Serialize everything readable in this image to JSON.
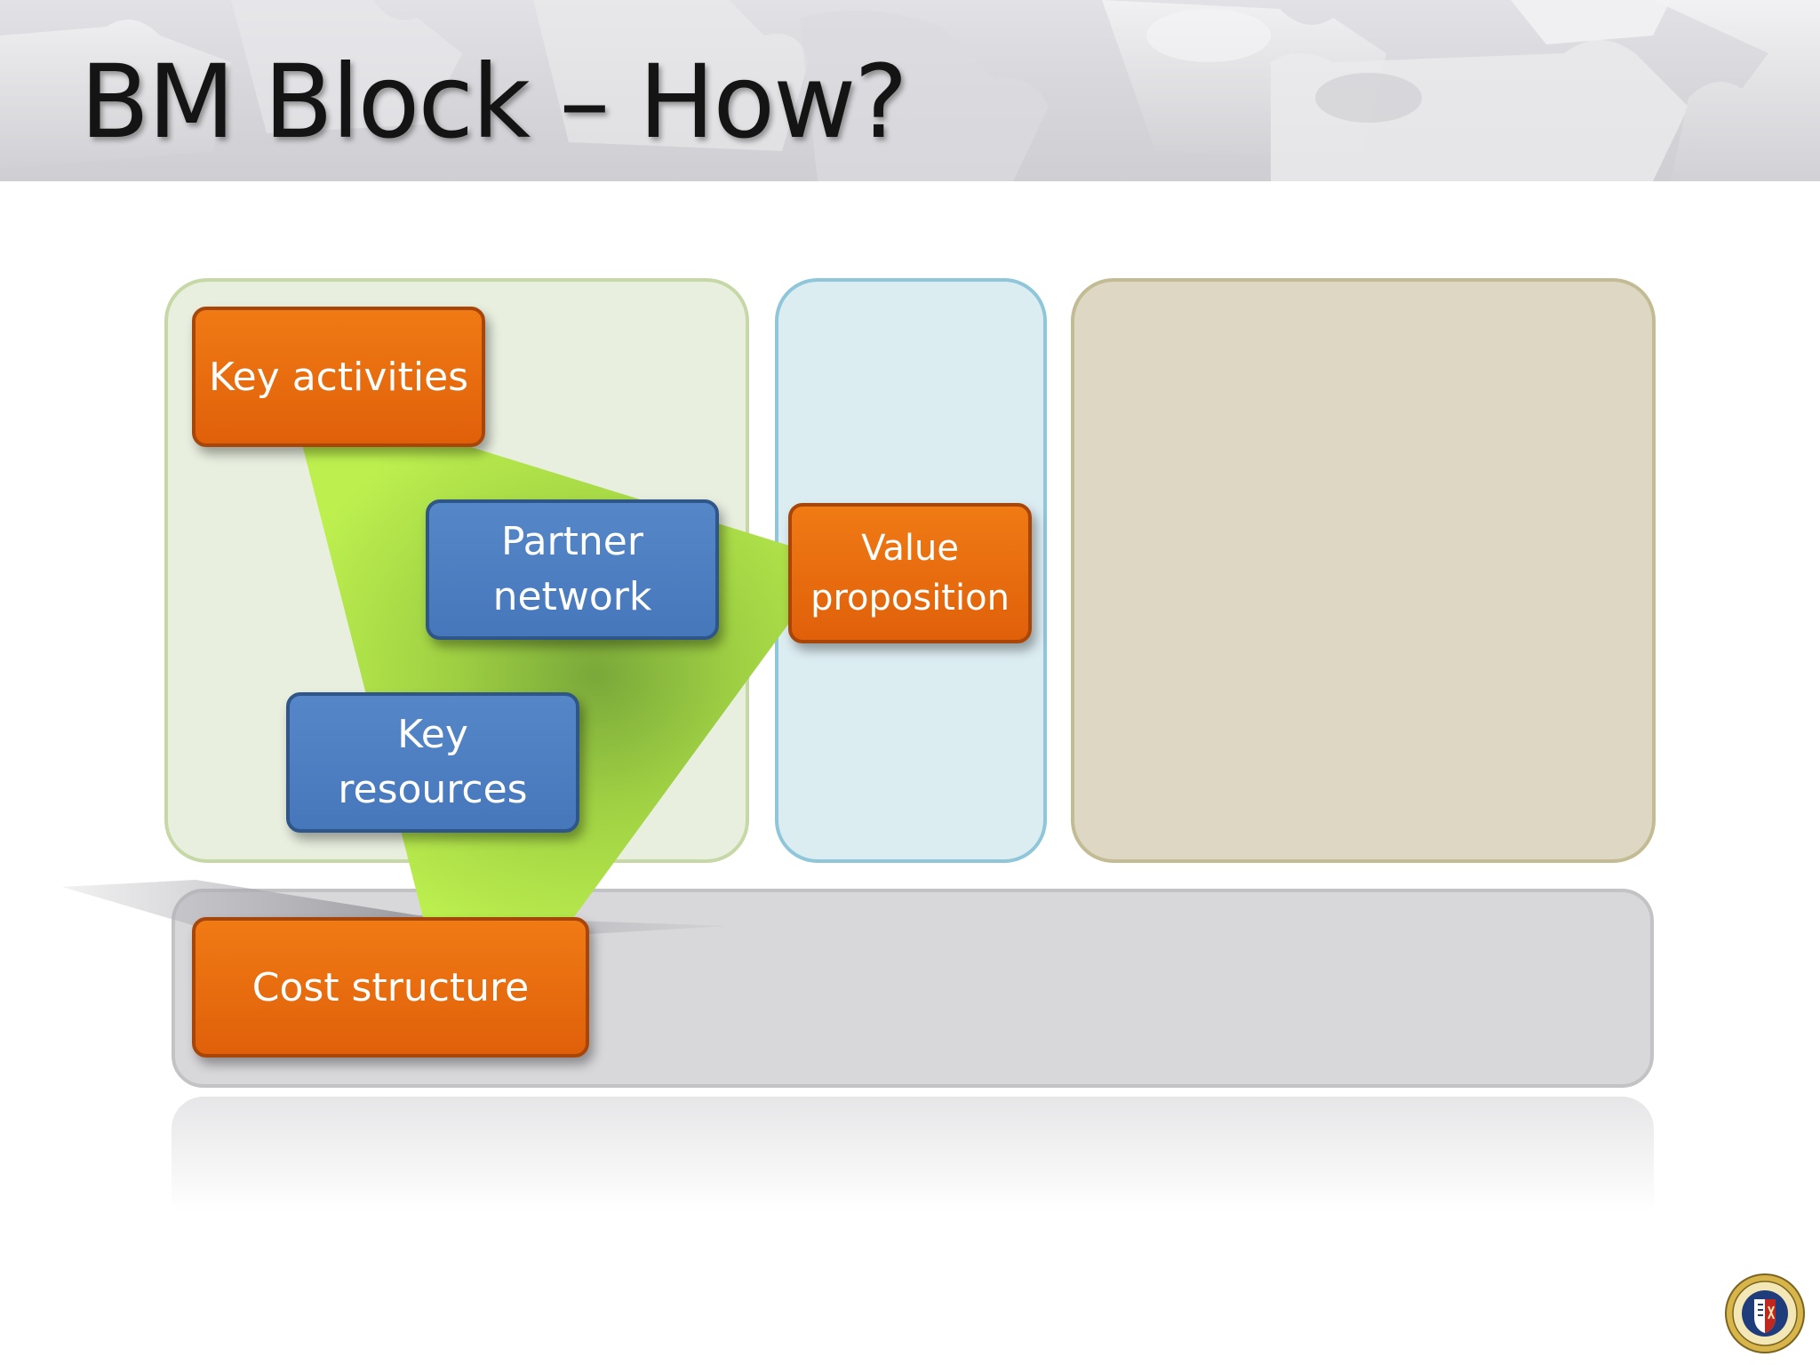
{
  "slide": {
    "title": "BM Block – How?"
  },
  "blocks": {
    "key_activities": "Key activities",
    "partner_network": [
      "Partner",
      "network"
    ],
    "key_resources": [
      "Key",
      "resources"
    ],
    "value_proposition": [
      "Value",
      "proposition"
    ],
    "cost_structure": "Cost structure"
  },
  "colors": {
    "orange_block": "#e96b0e",
    "blue_block": "#4f80c2",
    "green_highlight": "#b8e84a",
    "panel_how": "#e8efdf",
    "panel_what": "#dcedf2",
    "panel_who": "#ded7c3",
    "panel_cost": "#d8d8db"
  },
  "icons": {
    "header_background": "puzzle-pieces",
    "logo": "university-seal"
  }
}
